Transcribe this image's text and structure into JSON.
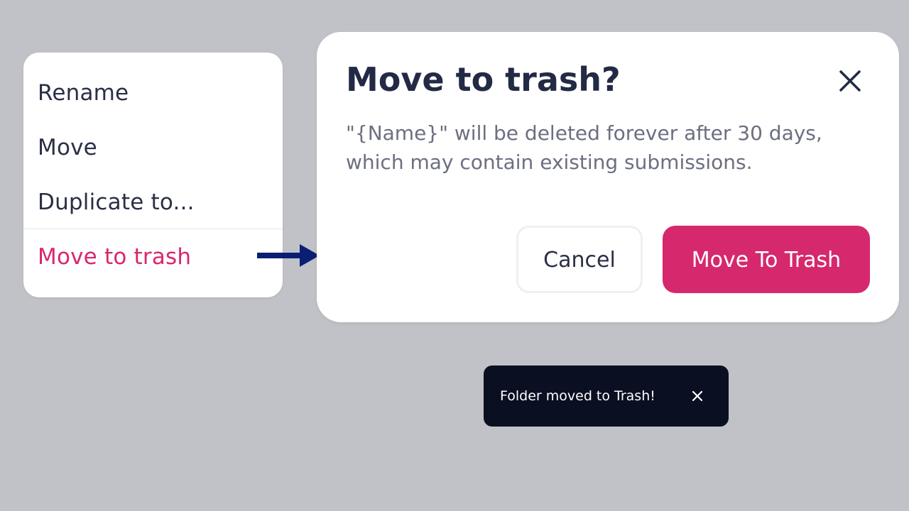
{
  "context_menu": {
    "items": [
      {
        "label": "Rename"
      },
      {
        "label": "Move"
      },
      {
        "label": "Duplicate to..."
      },
      {
        "label": "Move to trash"
      }
    ]
  },
  "dialog": {
    "title": "Move to trash?",
    "message": "\"{Name}\" will be deleted forever after 30 days, which may contain existing submissions.",
    "cancel_label": "Cancel",
    "confirm_label": "Move To Trash",
    "close_icon": "close-icon"
  },
  "toast": {
    "message": "Folder moved to Trash!",
    "close_icon": "close-icon"
  },
  "colors": {
    "background": "#c1c2c7",
    "accent": "#d6286d",
    "text_primary": "#222a45",
    "text_secondary": "#6c6f80",
    "toast_background": "#0a1022",
    "arrow": "#0a1f73"
  }
}
